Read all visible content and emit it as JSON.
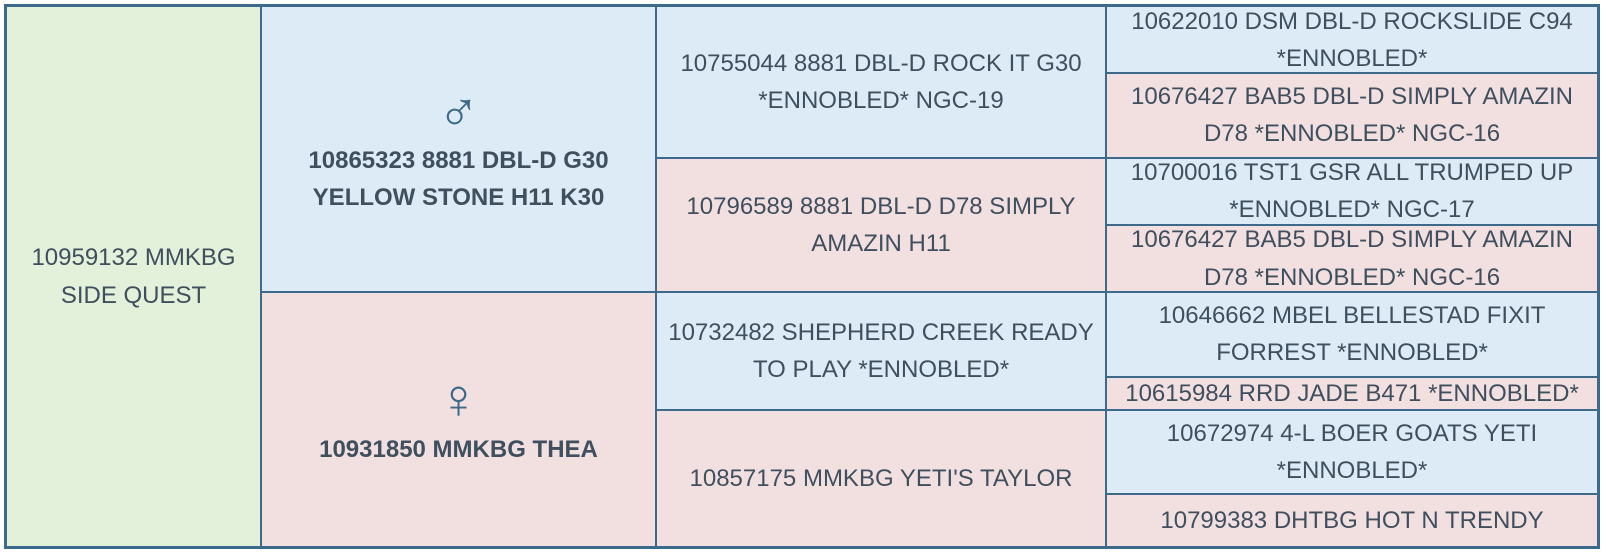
{
  "subject": {
    "name": "10959132 MMKBG SIDE QUEST"
  },
  "sire": {
    "symbol": "♂",
    "name": "10865323 8881 DBL-D G30 YELLOW STONE H11 K30",
    "sire": {
      "name": "10755044 8881 DBL-D ROCK IT G30 *ENNOBLED* NGC-19",
      "sire": {
        "name": "10622010 DSM DBL-D ROCKSLIDE C94 *ENNOBLED*"
      },
      "dam": {
        "name": "10676427 BAB5 DBL-D SIMPLY AMAZIN D78 *ENNOBLED* NGC-16"
      }
    },
    "dam": {
      "name": "10796589 8881 DBL-D D78 SIMPLY AMAZIN H11",
      "sire": {
        "name": "10700016 TST1 GSR ALL TRUMPED UP *ENNOBLED* NGC-17"
      },
      "dam": {
        "name": "10676427 BAB5 DBL-D SIMPLY AMAZIN D78 *ENNOBLED* NGC-16"
      }
    }
  },
  "dam": {
    "symbol": "♀",
    "name": "10931850 MMKBG THEA",
    "sire": {
      "name": "10732482 SHEPHERD CREEK READY TO PLAY *ENNOBLED*",
      "sire": {
        "name": "10646662 MBEL BELLESTAD FIXIT FORREST *ENNOBLED*"
      },
      "dam": {
        "name": "10615984 RRD JADE B471 *ENNOBLED*"
      }
    },
    "dam": {
      "name": "10857175 MMKBG YETI'S TAYLOR",
      "sire": {
        "name": "10672974 4-L BOER GOATS YETI *ENNOBLED*"
      },
      "dam": {
        "name": "10799383 DHTBG HOT N TRENDY"
      }
    }
  },
  "colors": {
    "subject_bg": "#e3f0da",
    "male_bg": "#dcebf5",
    "female_bg": "#f2e0e1",
    "border": "#3d6a8a",
    "text": "#3f4f5e"
  }
}
